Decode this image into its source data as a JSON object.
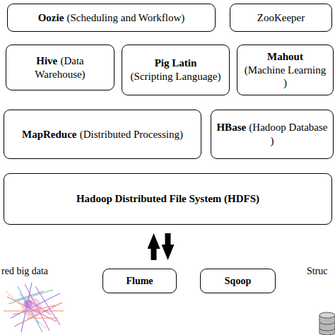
{
  "diagram": {
    "nodes": [
      {
        "text": [
          "Oozie",
          "(Scheduling and Workflow)"
        ]
      },
      {
        "text": [
          "ZooKeeper"
        ]
      },
      {
        "text": [
          "Hive",
          "(Data Warehouse)"
        ]
      },
      {
        "text": [
          "Pig Latin",
          "(Scripting Language)"
        ]
      },
      {
        "text": [
          "Mahout",
          "(Machine Learning )"
        ]
      },
      {
        "text": [
          "MapReduce",
          "(Distributed Processing)"
        ]
      },
      {
        "text": [
          "HBase",
          "(Hadoop Database )"
        ]
      },
      {
        "text": [
          "Hadoop Distributed File System (HDFS)"
        ]
      },
      {
        "text": [
          "Flume"
        ]
      },
      {
        "text": [
          "Sqoop"
        ]
      }
    ],
    "edges": [
      {
        "from": 8,
        "to": 7,
        "arrow": "to"
      },
      {
        "from": 7,
        "to": 9,
        "arrow": "to"
      }
    ],
    "labels": [
      "red big data",
      "Struc"
    ]
  }
}
